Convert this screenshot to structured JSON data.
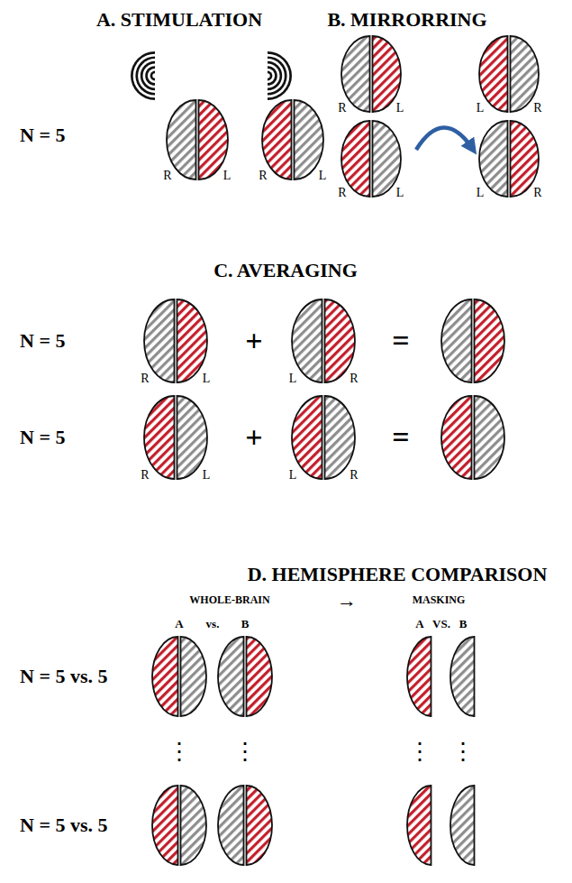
{
  "diagram": {
    "labels": [
      "A. STIMULATION",
      "B. MIRRORRING",
      "N = 5",
      "R",
      "L",
      "R",
      "L",
      "R",
      "L",
      "L",
      "R",
      "R",
      "L",
      "L",
      "R",
      "C. AVERAGING",
      "N = 5",
      "R",
      "L",
      "+",
      "L",
      "R",
      "=",
      "N = 5",
      "R",
      "L",
      "+",
      "L",
      "R",
      "=",
      "D. HEMISPHERE COMPARISON",
      "WHOLE-BRAIN",
      "→",
      "MASKING",
      "A",
      "vs.",
      "B",
      "A",
      "VS.",
      "B",
      "N = 5 vs. 5",
      "⋮",
      "⋮",
      "⋮",
      "⋮",
      "N = 5 vs. 5"
    ]
  }
}
